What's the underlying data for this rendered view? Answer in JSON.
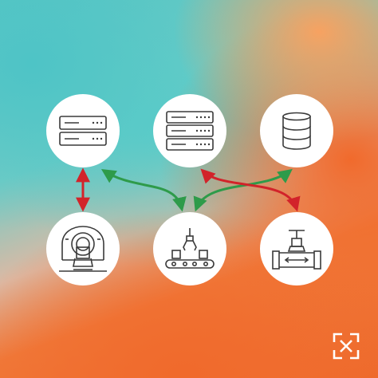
{
  "nodes": [
    {
      "id": "server-1",
      "icon": "server-rack-2u-icon"
    },
    {
      "id": "server-2",
      "icon": "server-rack-3u-icon"
    },
    {
      "id": "database",
      "icon": "database-icon"
    },
    {
      "id": "mri-scanner",
      "icon": "mri-scanner-icon"
    },
    {
      "id": "factory-robot",
      "icon": "robotic-arm-conveyor-icon"
    },
    {
      "id": "pipe-valve",
      "icon": "pipe-valve-icon"
    }
  ],
  "links": [
    {
      "from": "server-1",
      "to": "mri-scanner",
      "color": "#d2232a",
      "bidirectional": true
    },
    {
      "from": "server-1",
      "to": "factory-robot",
      "color": "#2e9b4a",
      "bidirectional": true
    },
    {
      "from": "database",
      "to": "factory-robot",
      "color": "#2e9b4a",
      "bidirectional": true
    },
    {
      "from": "server-2",
      "to": "pipe-valve",
      "color": "#d2232a",
      "bidirectional": true
    }
  ],
  "colors": {
    "teal": "#5fc8c6",
    "orange": "#f06a2c",
    "green_link": "#2e9b4a",
    "red_link": "#d2232a",
    "icon_stroke": "#3a3a3a"
  },
  "logo": {
    "icon": "brand-logo-icon"
  }
}
